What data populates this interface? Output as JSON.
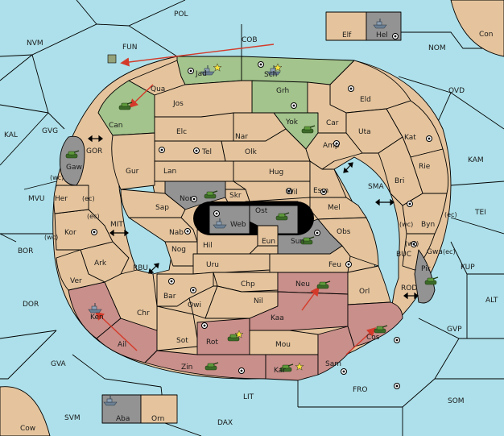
{
  "board": {
    "colors": {
      "sea": "#ade0ea",
      "land": "#e5c49d",
      "green_power": "#a3c48c",
      "red_power": "#c98f8a",
      "grey_power": "#939393",
      "arrow": "#d43a2a"
    },
    "sea_labels": {
      "POL": "POL",
      "NVM": "NVM",
      "FUN": "FUN",
      "COB": "COB",
      "NOM": "NOM",
      "CON": "Con",
      "OVD": "OVD",
      "KAL": "KAL",
      "GVG": "GVG",
      "GOR": "GOR",
      "KAM": "KAM",
      "SMA": "SMA",
      "MVU": "MVU",
      "MIT": "MIT",
      "TEI": "TEI",
      "BOR": "BOR",
      "RBU": "RBU",
      "BUC": "BUC",
      "KUP": "KUP",
      "DOR": "DOR",
      "ROD": "ROD",
      "ALT": "ALT",
      "GVP": "GVP",
      "GVA": "GVA",
      "FRO": "FRO",
      "SOM": "SOM",
      "LIT": "LIT",
      "SVM": "SVM",
      "DAX": "DAX",
      "COW": "Cow"
    },
    "land_labels": {
      "Elf": "Elf",
      "Hel": "Hel",
      "Jad": "Jad",
      "Sch": "Sch",
      "Qua": "Qua",
      "Jos": "Jos",
      "Grh": "Grh",
      "Eld": "Eld",
      "Can": "Can",
      "Yok": "Yok",
      "Car": "Car",
      "Uta": "Uta",
      "Elc": "Elc",
      "Nar": "Nar",
      "Kat": "Kat",
      "Gaw": "Gaw",
      "Tel": "Tel",
      "Olk": "Olk",
      "Amp": "Amp",
      "Gur": "Gur",
      "Lan": "Lan",
      "Hug": "Hug",
      "Rie": "Rie",
      "Bri": "Bri",
      "Nor": "Nor",
      "Wil": "Wil",
      "Esm": "Esm",
      "Her": "Her",
      "Sap": "Sap",
      "Skr": "Skr",
      "Ost": "Ost",
      "Mel": "Mel",
      "Byn": "Byn",
      "Web": "Web",
      "Kor": "Kor",
      "Nab": "Nab",
      "Eun": "Eun",
      "Obs": "Obs",
      "Gwa": "Gwa",
      "Hil": "Hil",
      "Sun": "Sun",
      "Ark": "Ark",
      "Nog": "Nog",
      "Pir": "Pir",
      "Uru": "Uru",
      "Feu": "Feu",
      "Ver": "Ver",
      "Chp": "Chp",
      "Neu": "Neu",
      "Bar": "Bar",
      "Chr": "Chr",
      "Nil": "Nil",
      "Orl": "Orl",
      "Qwi": "Qwi",
      "Ken": "Ken",
      "Kaa": "Kaa",
      "Ail": "Ail",
      "Sot": "Sot",
      "Rot": "Rot",
      "Mou": "Mou",
      "Cos": "Cos",
      "Zin": "Zin",
      "Kar": "Kar",
      "Sam": "Sam",
      "Aba": "Aba",
      "Orn": "Orn"
    },
    "coast_marks": {
      "wc_gaw": "(wc)",
      "ec_gaw": "(ec)",
      "ec_kor": "(ec)",
      "wc_kor": "(wc)",
      "wc_byn": "(wc)",
      "ec_byn": "(ec)",
      "wc_gwa": "(wc)",
      "ec_gwa": "(ec)"
    }
  }
}
